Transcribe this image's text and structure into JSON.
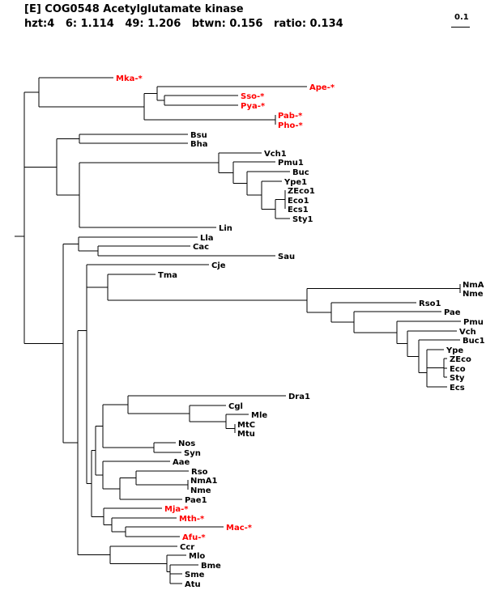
{
  "header": {
    "title": "[E] COG0548 Acetylglutamate kinase",
    "stats": "hzt:4   6: 1.114   49: 1.206   btwn: 0.156   ratio: 0.134"
  },
  "scale": {
    "label": "0.1"
  },
  "colors": {
    "default": "#000000",
    "archaea": "#ff0000",
    "line": "#000000"
  },
  "tree": {
    "leaves": [
      {
        "name": "Mka-*",
        "color": "archaea"
      },
      {
        "name": "Ape-*",
        "color": "archaea"
      },
      {
        "name": "Sso-*",
        "color": "archaea"
      },
      {
        "name": "Pya-*",
        "color": "archaea"
      },
      {
        "name": "Pab-*",
        "color": "archaea"
      },
      {
        "name": "Pho-*",
        "color": "archaea"
      },
      {
        "name": "Bsu",
        "color": "default"
      },
      {
        "name": "Bha",
        "color": "default"
      },
      {
        "name": "Vch1",
        "color": "default"
      },
      {
        "name": "Pmu1",
        "color": "default"
      },
      {
        "name": "Buc",
        "color": "default"
      },
      {
        "name": "Ype1",
        "color": "default"
      },
      {
        "name": "ZEco1",
        "color": "default"
      },
      {
        "name": "Eco1",
        "color": "default"
      },
      {
        "name": "Ecs1",
        "color": "default"
      },
      {
        "name": "Sty1",
        "color": "default"
      },
      {
        "name": "Lin",
        "color": "default"
      },
      {
        "name": "Lla",
        "color": "default"
      },
      {
        "name": "Cac",
        "color": "default"
      },
      {
        "name": "Sau",
        "color": "default"
      },
      {
        "name": "Cje",
        "color": "default"
      },
      {
        "name": "Tma",
        "color": "default"
      },
      {
        "name": "NmA",
        "color": "default"
      },
      {
        "name": "Nme",
        "color": "default"
      },
      {
        "name": "Rso1",
        "color": "default"
      },
      {
        "name": "Pae",
        "color": "default"
      },
      {
        "name": "Pmu",
        "color": "default"
      },
      {
        "name": "Vch",
        "color": "default"
      },
      {
        "name": "Buc1",
        "color": "default"
      },
      {
        "name": "Ype",
        "color": "default"
      },
      {
        "name": "ZEco",
        "color": "default"
      },
      {
        "name": "Eco",
        "color": "default"
      },
      {
        "name": "Sty",
        "color": "default"
      },
      {
        "name": "Ecs",
        "color": "default"
      },
      {
        "name": "Dra1",
        "color": "default"
      },
      {
        "name": "Cgl",
        "color": "default"
      },
      {
        "name": "Mle",
        "color": "default"
      },
      {
        "name": "MtC",
        "color": "default"
      },
      {
        "name": "Mtu",
        "color": "default"
      },
      {
        "name": "Nos",
        "color": "default"
      },
      {
        "name": "Syn",
        "color": "default"
      },
      {
        "name": "Aae",
        "color": "default"
      },
      {
        "name": "Rso",
        "color": "default"
      },
      {
        "name": "NmA1",
        "color": "default"
      },
      {
        "name": "Nme",
        "color": "default"
      },
      {
        "name": "Pae1",
        "color": "default"
      },
      {
        "name": "Mja-*",
        "color": "archaea"
      },
      {
        "name": "Mth-*",
        "color": "archaea"
      },
      {
        "name": "Mac-*",
        "color": "archaea"
      },
      {
        "name": "Afu-*",
        "color": "archaea"
      },
      {
        "name": "Ccr",
        "color": "default"
      },
      {
        "name": "Mlo",
        "color": "default"
      },
      {
        "name": "Bme",
        "color": "default"
      },
      {
        "name": "Sme",
        "color": "default"
      },
      {
        "name": "Atu",
        "color": "default"
      }
    ]
  }
}
